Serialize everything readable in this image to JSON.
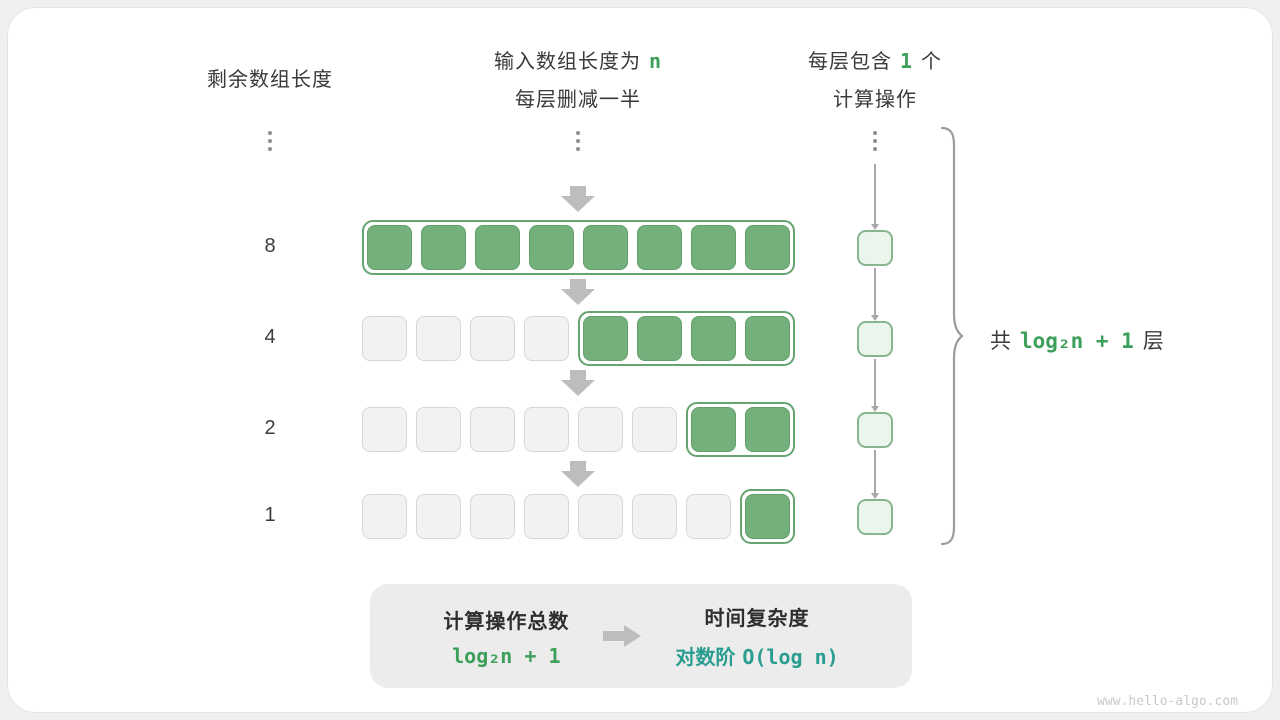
{
  "headers": {
    "left": "剩余数组长度",
    "middle_line1_prefix": "输入数组长度为",
    "middle_line1_var": "n",
    "middle_line2": "每层删减一半",
    "right_line1_prefix": "每层包含",
    "right_line1_count": "1",
    "right_line1_suffix": "个",
    "right_line2": "计算操作"
  },
  "rows": [
    {
      "label": "8",
      "empty_cells": 0,
      "active_cells": 8
    },
    {
      "label": "4",
      "empty_cells": 4,
      "active_cells": 4
    },
    {
      "label": "2",
      "empty_cells": 6,
      "active_cells": 2
    },
    {
      "label": "1",
      "empty_cells": 7,
      "active_cells": 1
    }
  ],
  "brace": {
    "prefix": "共",
    "expression": "log₂n + 1",
    "suffix": "层"
  },
  "summary": {
    "operations_title": "计算操作总数",
    "operations_expression": "log₂n + 1",
    "complexity_title": "时间复杂度",
    "complexity_prefix": "对数阶",
    "complexity_expression": "O(log n)"
  },
  "watermark": "www.hello-algo.com",
  "colors": {
    "accent_green": "#3da05a",
    "accent_teal": "#299d8f",
    "cell_green": "#74b07c",
    "cell_green_border": "#63a06c",
    "group_border": "#67a471",
    "cell_gray": "#f2f2f2",
    "cell_gray_border": "#d7d7d7",
    "op_fill": "#ecf5ec",
    "op_border": "#86b58e",
    "arrow_gray": "#bdbdbd",
    "line_gray": "#a8a8a8",
    "text_dark": "#3a3a3a",
    "brace_gray": "#9b9b9b",
    "summary_bg": "#ececec",
    "watermark_gray": "#c9c9c9"
  }
}
